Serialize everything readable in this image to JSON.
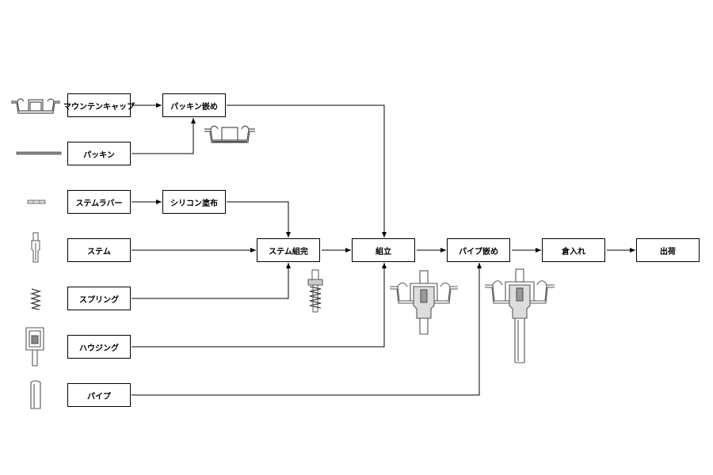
{
  "parts": [
    {
      "label": "マウンテンキャップ"
    },
    {
      "label": "パッキン"
    },
    {
      "label": "ステムラバー"
    },
    {
      "label": "ステム"
    },
    {
      "label": "スプリング"
    },
    {
      "label": "ハウジング"
    },
    {
      "label": "パイプ"
    }
  ],
  "steps": {
    "packing_fit": "パッキン嵌め",
    "silicone": "シリコン塗布",
    "stem_complete": "ステム組完",
    "assembly": "組立",
    "pipe_fit": "パイプ嵌め",
    "storage": "倉入れ",
    "shipping": "出荷"
  },
  "colors": {
    "line": "#000000",
    "box_bg": "#ffffff",
    "illustration": "#555555"
  }
}
